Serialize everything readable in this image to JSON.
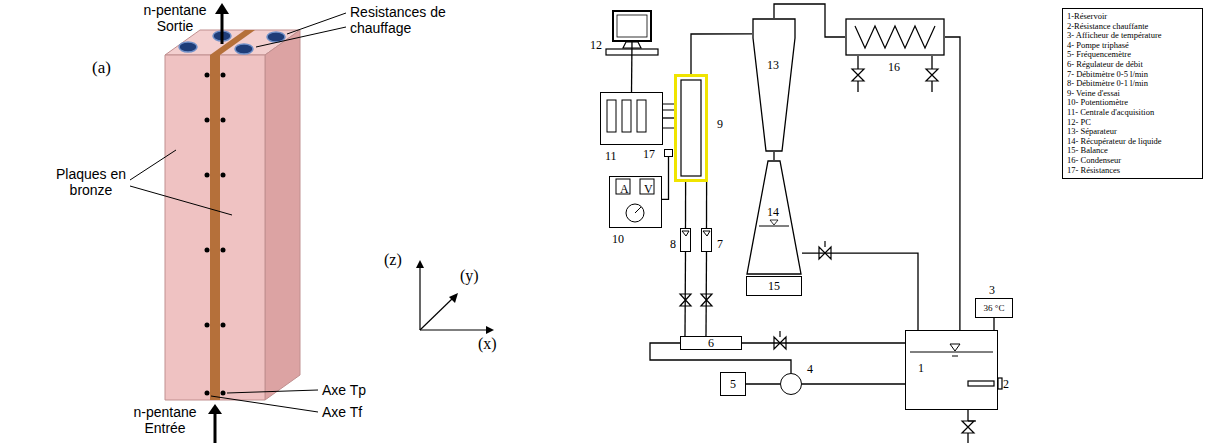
{
  "diagram": {
    "nodes": [
      {
        "text": [
          "12"
        ]
      },
      {
        "text": [
          "11"
        ]
      },
      {
        "text": [
          "9"
        ]
      },
      {
        "text": [
          "17"
        ]
      },
      {
        "text": [
          "A",
          "V",
          "10"
        ]
      },
      {
        "text": [
          "8"
        ]
      },
      {
        "text": [
          "7"
        ]
      },
      {
        "text": [
          "6"
        ]
      },
      {
        "text": [
          "5"
        ]
      },
      {
        "text": [
          "4"
        ]
      },
      {
        "text": [
          "13"
        ]
      },
      {
        "text": [
          "14"
        ]
      },
      {
        "text": [
          "15"
        ]
      },
      {
        "text": [
          "16"
        ]
      },
      {
        "text": [
          "3",
          "36 °C"
        ]
      },
      {
        "text": [
          "1"
        ]
      },
      {
        "text": [
          "1-Réservoir",
          "2-Résistance chauffante",
          "3- Afficheur de température",
          "4- Pompe triphasé",
          "5- Fréquencemètre",
          "6- Régulateur de débit",
          "7- Débitmètre 0-5 l/min",
          "8- Débitmètre 0-1 l/min",
          "9- Veine d'essai",
          "10- Potentiomètre",
          "11- Centrale d'acquisition",
          "12- PC",
          "13- Séparateur",
          "14- Récupérateur de liquide",
          "15- Balance",
          "16- Condenseur",
          "17- Résistances"
        ]
      }
    ],
    "edges": [
      {
        "from": 2,
        "to": 10,
        "arrow": "none"
      },
      {
        "from": 10,
        "to": 13,
        "arrow": "none"
      },
      {
        "from": 13,
        "to": 15,
        "arrow": "none"
      },
      {
        "from": 10,
        "to": 11,
        "arrow": "none"
      },
      {
        "from": 11,
        "to": 15,
        "arrow": "none"
      },
      {
        "from": 15,
        "to": 9,
        "arrow": "none"
      },
      {
        "from": 9,
        "to": 7,
        "arrow": "none"
      },
      {
        "from": 7,
        "to": 5,
        "arrow": "none"
      },
      {
        "from": 7,
        "to": 6,
        "arrow": "none"
      },
      {
        "from": 5,
        "to": 2,
        "arrow": "none"
      },
      {
        "from": 6,
        "to": 2,
        "arrow": "none"
      },
      {
        "from": 7,
        "to": 15,
        "arrow": "none"
      },
      {
        "from": 1,
        "to": 2,
        "arrow": "none"
      },
      {
        "from": 0,
        "to": 1,
        "arrow": "none"
      },
      {
        "from": 3,
        "to": 4,
        "arrow": "none"
      },
      {
        "from": 8,
        "to": 9,
        "arrow": "none"
      },
      {
        "from": 14,
        "to": 15,
        "arrow": "none"
      }
    ],
    "labels": [
      "n-pentane Sortie",
      "(a)",
      "Resistances de chauffage",
      "Plaques en bronze",
      "Axe Tp",
      "Axe Tf",
      "n-pentane Entrée",
      "(z)",
      "(y)",
      "(x)",
      "2"
    ]
  }
}
